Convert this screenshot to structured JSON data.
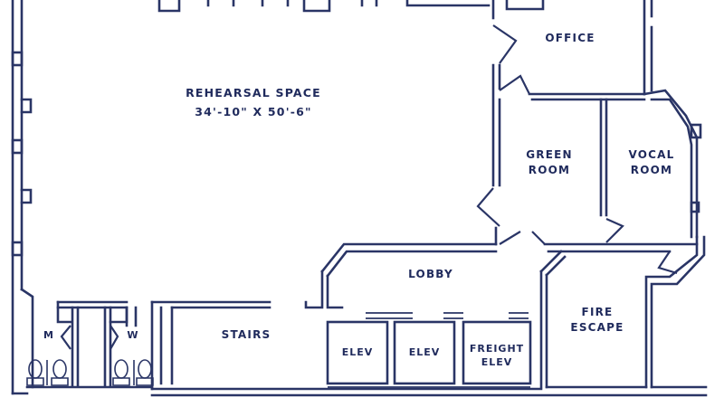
{
  "rooms": {
    "rehearsal": {
      "name": "REHEARSAL SPACE",
      "dims": "34'-10\" X 50'-6\""
    },
    "office": "OFFICE",
    "green_room": {
      "line1": "GREEN",
      "line2": "ROOM"
    },
    "vocal_room": {
      "line1": "VOCAL",
      "line2": "ROOM"
    },
    "lobby": "LOBBY",
    "fire_escape": {
      "line1": "FIRE",
      "line2": "ESCAPE"
    },
    "stairs": "STAIRS",
    "elev1": "ELEV",
    "elev2": "ELEV",
    "freight": {
      "line1": "FREIGHT",
      "line2": "ELEV"
    },
    "mens": "M",
    "womens": "W"
  },
  "colors": {
    "line": "#2a3566",
    "text": "#1f2a5c",
    "background": "#ffffff"
  }
}
